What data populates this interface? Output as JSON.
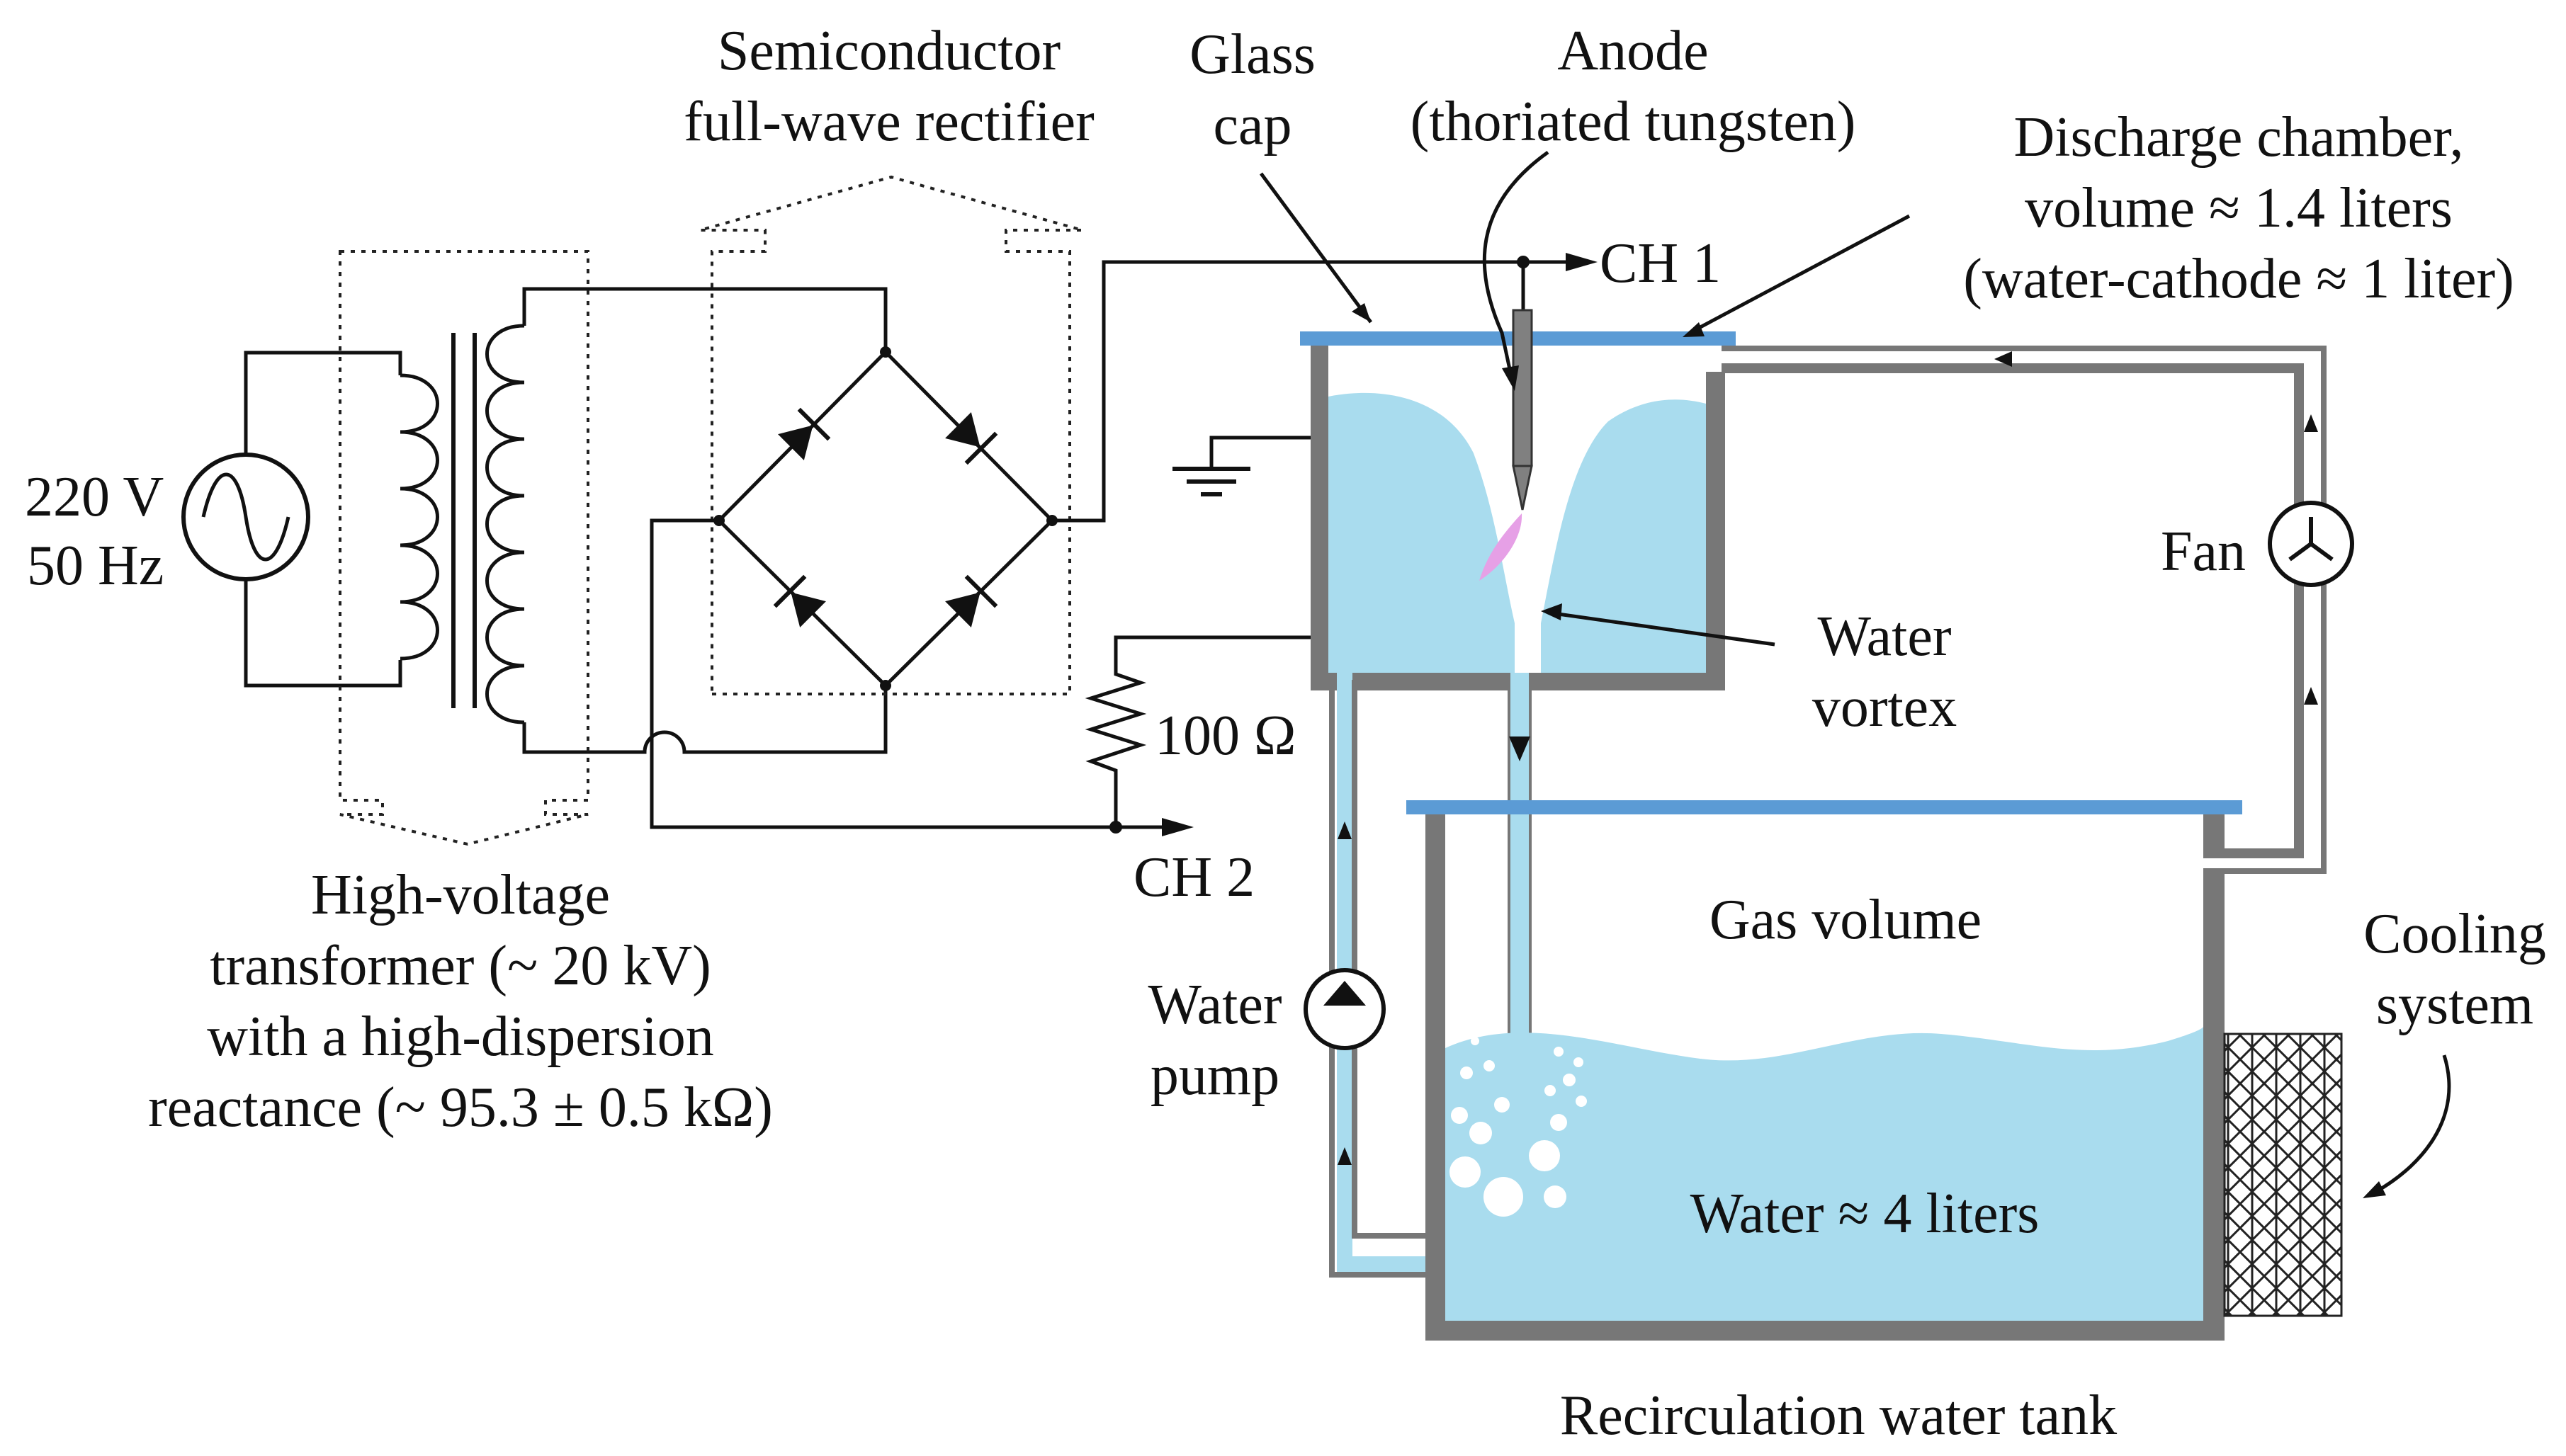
{
  "labels": {
    "source_voltage": "220 V",
    "source_freq": "50 Hz",
    "rectifier_line1": "Semiconductor",
    "rectifier_line2": "full-wave rectifier",
    "glass_cap_line1": "Glass",
    "glass_cap_line2": "cap",
    "anode_line1": "Anode",
    "anode_line2": "(thoriated tungsten)",
    "chamber_line1": "Discharge chamber,",
    "chamber_line2": "volume ≈ 1.4 liters",
    "chamber_line3": "(water-cathode ≈ 1 liter)",
    "ch1": "CH 1",
    "ch2": "CH 2",
    "resistor": "100 Ω",
    "fan": "Fan",
    "vortex_line1": "Water",
    "vortex_line2": "vortex",
    "transformer_line1": "High-voltage",
    "transformer_line2": "transformer (~ 20 kV)",
    "transformer_line3": "with a high-dispersion",
    "transformer_line4": "reactance (~ 95.3 ± 0.5 kΩ)",
    "gas_volume": "Gas volume",
    "pump_line1": "Water",
    "pump_line2": "pump",
    "cooling_line1": "Cooling",
    "cooling_line2": "system",
    "water_tank": "Water ≈ 4 liters",
    "tank_title": "Recirculation water tank"
  },
  "colors": {
    "water": "#a9dcee",
    "wall": "#777777",
    "glass_cap": "#5b9bd5",
    "plasma": "#e6a0e6",
    "wire": "#111111"
  }
}
